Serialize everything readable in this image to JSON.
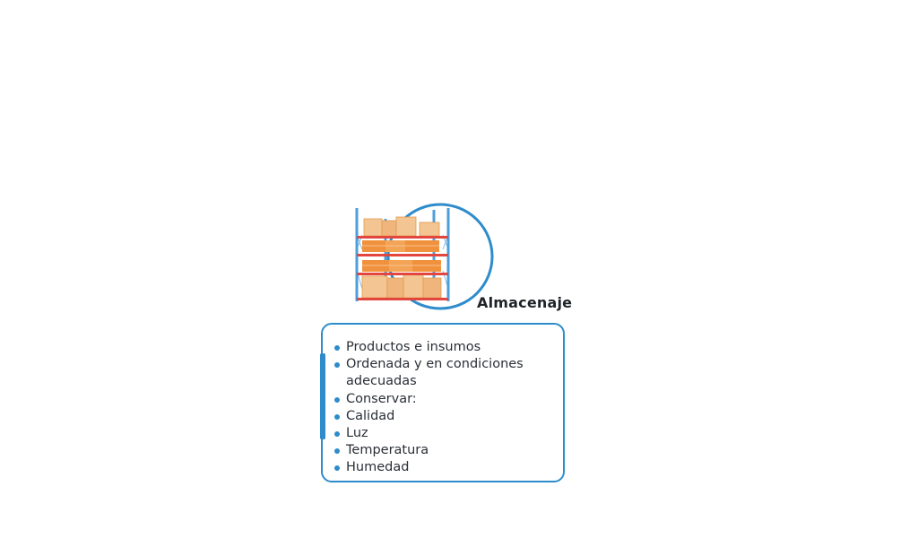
{
  "heading": "Almacenaje",
  "colors": {
    "accent": "#2e8ccb",
    "shelf_beam": "#e2463f",
    "rack_post": "#4d9fdc",
    "box": "#f3c592",
    "box_dark": "#e29a4e",
    "box_orange": "#f0913d",
    "text": "#2a2f36"
  },
  "illustration": {
    "icon": "warehouse-shelf-icon"
  },
  "list": [
    "Productos e insumos",
    "Ordenada y en condiciones adecuadas",
    "Conservar:",
    "Calidad",
    "Luz",
    "Temperatura",
    "Humedad"
  ]
}
